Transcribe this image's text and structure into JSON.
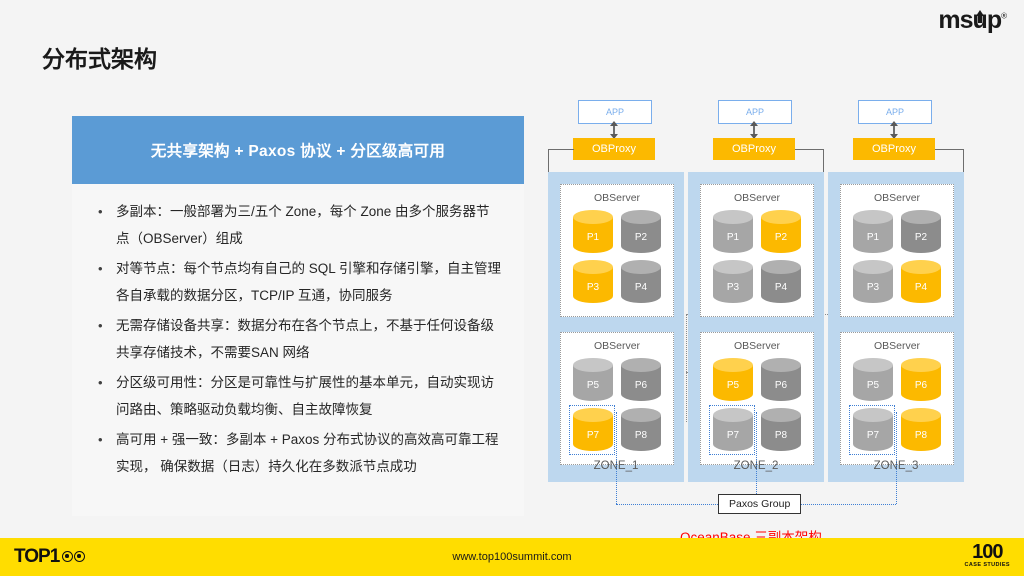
{
  "brand": {
    "logo_text": "msup",
    "registered": "®"
  },
  "page_title": "分布式架构",
  "panel": {
    "header": "无共享架构 + Paxos 协议 + 分区级高可用",
    "bullet_marker": "•",
    "bullets": [
      "多副本：一般部署为三/五个 Zone，每个 Zone 由多个服务器节点（OBServer）组成",
      "对等节点：每个节点均有自己的 SQL 引擎和存储引擎，自主管理各自承载的数据分区，TCP/IP 互通，协同服务",
      "无需存储设备共享：数据分布在各个节点上，不基于任何设备级共享存储技术，不需要SAN 网络",
      "分区级可用性：分区是可靠性与扩展性的基本单元，自动实现访问路由、策略驱动负载均衡、自主故障恢复",
      "高可用 + 强一致：多副本 + Paxos 分布式协议的高效高可靠工程实现， 确保数据（日志）持久化在多数派节点成功"
    ]
  },
  "diagram": {
    "app_label": "APP",
    "proxy_label": "OBProxy",
    "server_label": "OBServer",
    "paxos_group_label": "Paxos Group",
    "caption": "OceanBase 三副本架构",
    "colors": {
      "leader": "#fcb900",
      "follower": "#a6a6a6",
      "zone_bg": "#bdd7ee",
      "accent_blue": "#5b9bd5",
      "caption": "#ff0000"
    },
    "zones": [
      {
        "label": "ZONE_1",
        "servers": [
          {
            "partitions": [
              {
                "name": "P1",
                "role": "leader"
              },
              {
                "name": "P2",
                "role": "follower"
              },
              {
                "name": "P3",
                "role": "leader"
              },
              {
                "name": "P4",
                "role": "follower"
              }
            ]
          },
          {
            "partitions": [
              {
                "name": "P5",
                "role": "follower"
              },
              {
                "name": "P6",
                "role": "follower"
              },
              {
                "name": "P7",
                "role": "leader",
                "highlighted": true
              },
              {
                "name": "P8",
                "role": "follower"
              }
            ]
          }
        ]
      },
      {
        "label": "ZONE_2",
        "servers": [
          {
            "partitions": [
              {
                "name": "P1",
                "role": "follower"
              },
              {
                "name": "P2",
                "role": "leader"
              },
              {
                "name": "P3",
                "role": "follower"
              },
              {
                "name": "P4",
                "role": "follower"
              }
            ]
          },
          {
            "partitions": [
              {
                "name": "P5",
                "role": "leader"
              },
              {
                "name": "P6",
                "role": "follower"
              },
              {
                "name": "P7",
                "role": "follower",
                "highlighted": true
              },
              {
                "name": "P8",
                "role": "follower"
              }
            ]
          }
        ]
      },
      {
        "label": "ZONE_3",
        "servers": [
          {
            "partitions": [
              {
                "name": "P1",
                "role": "follower"
              },
              {
                "name": "P2",
                "role": "follower"
              },
              {
                "name": "P3",
                "role": "follower"
              },
              {
                "name": "P4",
                "role": "leader"
              }
            ]
          },
          {
            "partitions": [
              {
                "name": "P5",
                "role": "follower"
              },
              {
                "name": "P6",
                "role": "leader"
              },
              {
                "name": "P7",
                "role": "follower",
                "highlighted": true
              },
              {
                "name": "P8",
                "role": "leader"
              }
            ]
          }
        ]
      }
    ]
  },
  "footer": {
    "logo_text": "TOP1",
    "url": "www.top100summit.com",
    "right_number": "100",
    "right_sub": "CASE STUDIES"
  }
}
